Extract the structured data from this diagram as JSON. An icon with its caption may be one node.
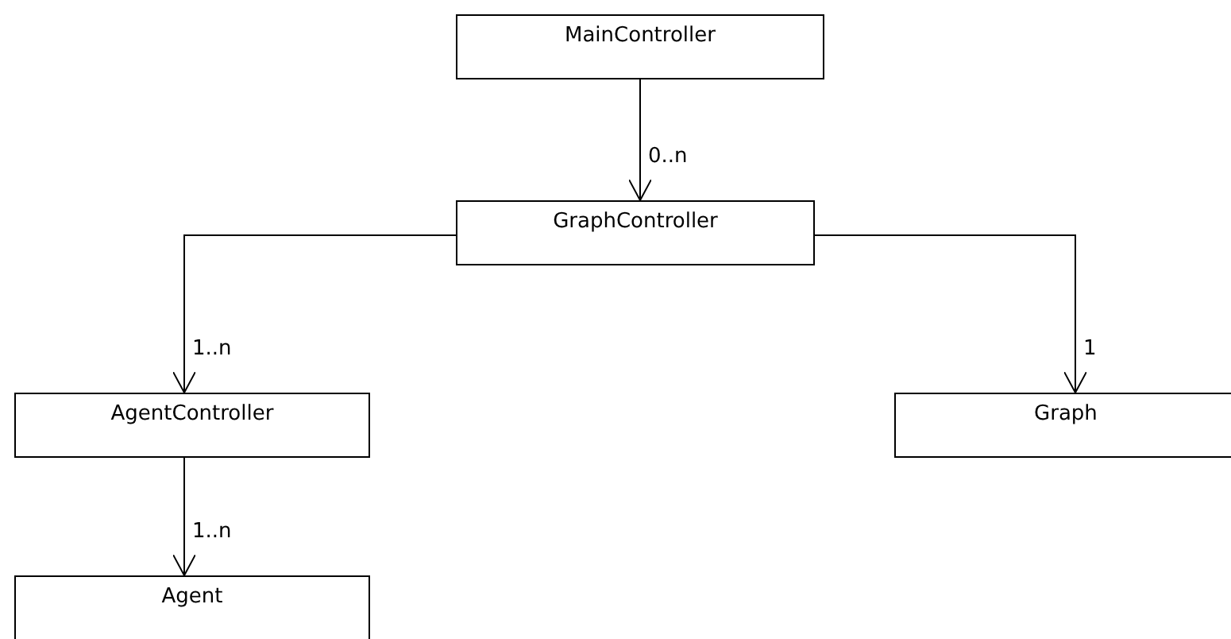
{
  "diagram": {
    "nodes": [
      {
        "text": [
          "MainController"
        ]
      },
      {
        "text": [
          "GraphController"
        ]
      },
      {
        "text": [
          "AgentController"
        ]
      },
      {
        "text": [
          "Graph"
        ]
      },
      {
        "text": [
          "Agent"
        ]
      }
    ],
    "edges": [
      {
        "from": 0,
        "to": 1,
        "arrow": "to",
        "label": "0..n"
      },
      {
        "from": 1,
        "to": 2,
        "arrow": "to",
        "label": "1..n"
      },
      {
        "from": 1,
        "to": 3,
        "arrow": "to",
        "label": "1"
      },
      {
        "from": 2,
        "to": 4,
        "arrow": "to",
        "label": "1..n"
      }
    ]
  }
}
